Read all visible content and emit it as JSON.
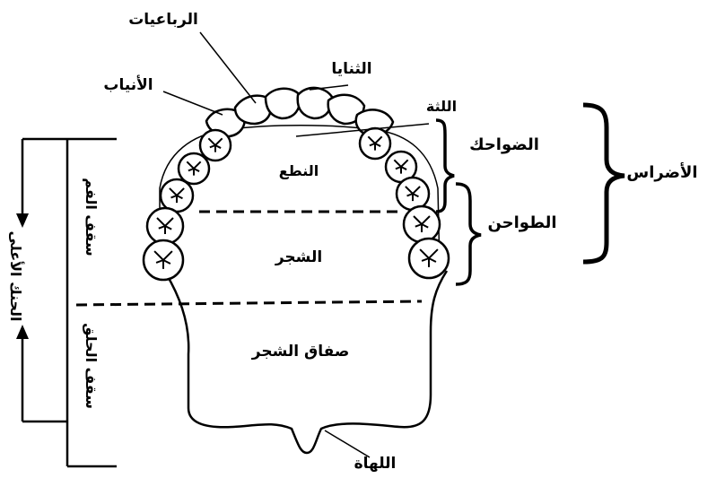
{
  "labels": {
    "incisors_lateral": "الرباعيات",
    "incisors_central": "الثنايا",
    "canines": "الأنياب",
    "gum": "اللثة",
    "premolars": "الضواحك",
    "molars_group": "الأضراس",
    "molars": "الطواحن",
    "natea": "النطع",
    "shajr": "الشجر",
    "shajr_fold": "صفاق الشجر",
    "uvula": "اللهاة",
    "mouth_roof": "سقف الفم",
    "throat_roof": "سقف الحلق",
    "upper_palate": "الحنك الأعلى"
  }
}
